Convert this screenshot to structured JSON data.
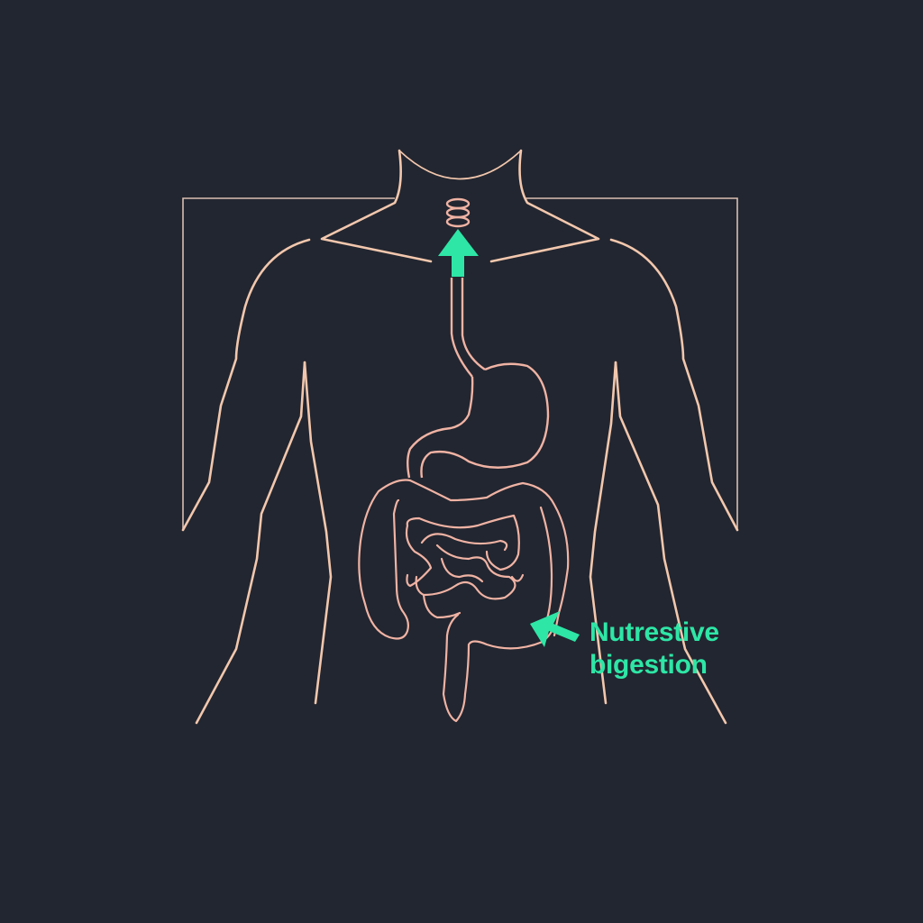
{
  "diagram": {
    "subject": "human torso digestive system outline",
    "colors": {
      "background": "#222630",
      "body_outline": "#f2c7ad",
      "organ_outline": "#f0b3a4",
      "frame": "#d9bfb2",
      "accent": "#2ee6a6"
    },
    "annotations": [
      {
        "id": "upper-arrow",
        "direction": "up",
        "points_to": "throat rings"
      },
      {
        "id": "lower-arrow",
        "direction": "down-left",
        "points_to": "colon"
      }
    ],
    "label": {
      "line1": "Nutrestive",
      "line2": "bigestion"
    }
  }
}
